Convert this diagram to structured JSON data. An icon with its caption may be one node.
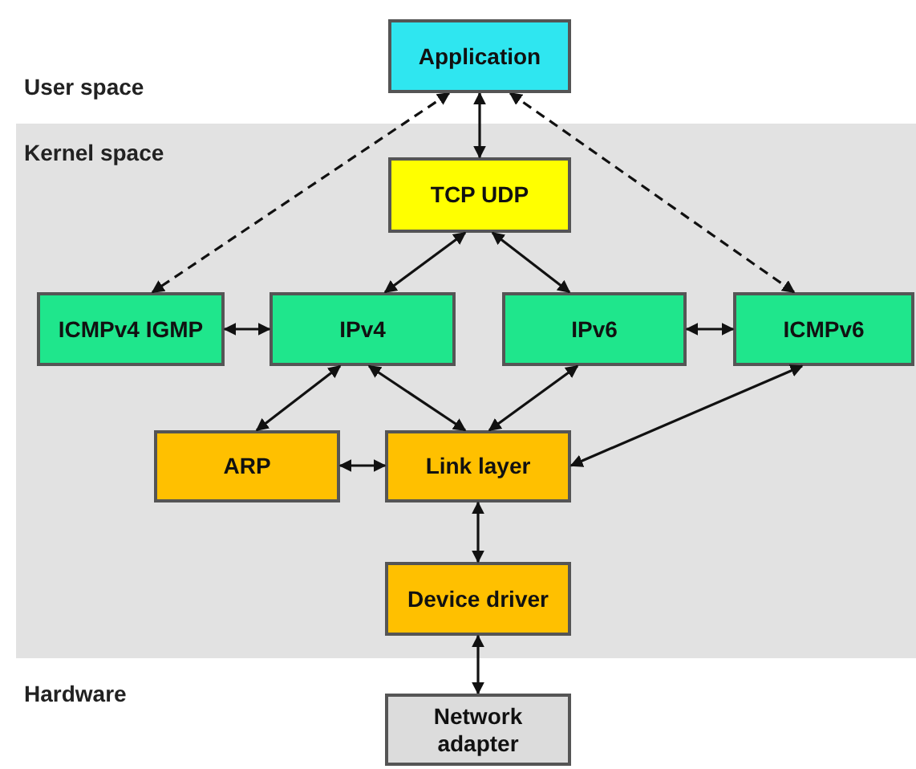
{
  "diagram": {
    "nodes": [
      {
        "text": [
          "Application"
        ]
      },
      {
        "text": [
          "Kernel space"
        ]
      },
      {
        "text": [
          "TCP UDP"
        ],
        "in": 1
      },
      {
        "text": [
          "ICMPv4 IGMP"
        ],
        "in": 1
      },
      {
        "text": [
          "IPv4"
        ],
        "in": 1
      },
      {
        "text": [
          "IPv6"
        ],
        "in": 1
      },
      {
        "text": [
          "ICMPv6"
        ],
        "in": 1
      },
      {
        "text": [
          "ARP"
        ],
        "in": 1
      },
      {
        "text": [
          "Link layer"
        ],
        "in": 1
      },
      {
        "text": [
          "Device driver"
        ],
        "in": 1
      },
      {
        "text": [
          "Network adapter"
        ]
      }
    ],
    "edges": [
      {
        "from": 0,
        "to": 2,
        "arrow": "both"
      },
      {
        "from": 0,
        "to": 3,
        "arrow": "both",
        "style": "dashed"
      },
      {
        "from": 0,
        "to": 6,
        "arrow": "both",
        "style": "dashed"
      },
      {
        "from": 2,
        "to": 4,
        "arrow": "both"
      },
      {
        "from": 2,
        "to": 5,
        "arrow": "both"
      },
      {
        "from": 3,
        "to": 4,
        "arrow": "both"
      },
      {
        "from": 5,
        "to": 6,
        "arrow": "both"
      },
      {
        "from": 4,
        "to": 7,
        "arrow": "both"
      },
      {
        "from": 4,
        "to": 8,
        "arrow": "both"
      },
      {
        "from": 5,
        "to": 8,
        "arrow": "both"
      },
      {
        "from": 6,
        "to": 8,
        "arrow": "both"
      },
      {
        "from": 7,
        "to": 8,
        "arrow": "both"
      },
      {
        "from": 8,
        "to": 9,
        "arrow": "both"
      },
      {
        "from": 9,
        "to": 10,
        "arrow": "both"
      }
    ],
    "labels": [
      "User space",
      "Hardware"
    ]
  }
}
